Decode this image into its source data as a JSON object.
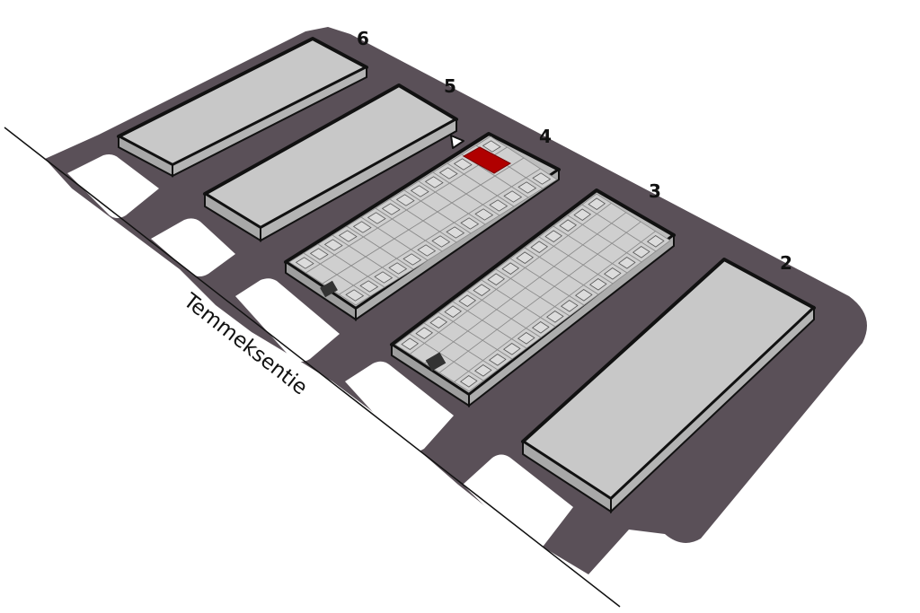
{
  "map": {
    "street_name": "Temmeksentie",
    "building_numbers": [
      "6",
      "5",
      "4",
      "3",
      "2"
    ],
    "highlighted_building": "4",
    "highlighted_unit_color": "#b00000",
    "ground_color": "#5a5058",
    "roof_color": "#c8c8c8",
    "entrance_marker": "triangle-marker-icon"
  }
}
